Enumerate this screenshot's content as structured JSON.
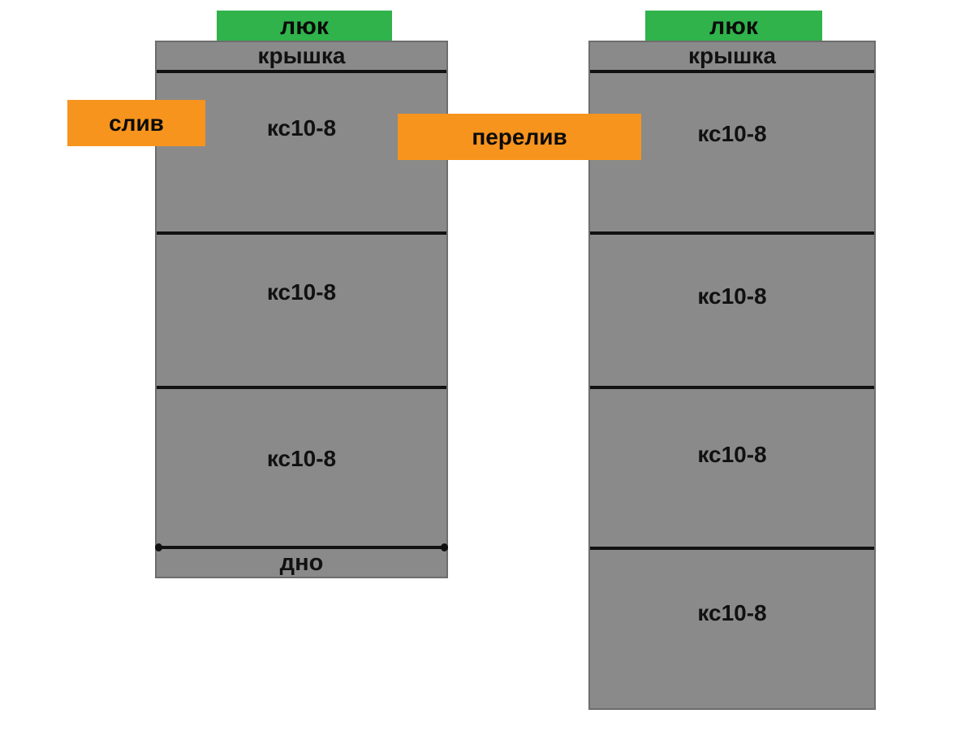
{
  "colors": {
    "hatch_green": "#2fb34a",
    "pipe_orange": "#f7941e",
    "concrete_gray": "#8a8a8a",
    "joint_black": "#111111"
  },
  "diagram": {
    "tanks": [
      {
        "hatch": "люк",
        "cover": "крышка",
        "rings": [
          "кс10-8",
          "кс10-8",
          "кс10-8"
        ],
        "bottom": "дно"
      },
      {
        "hatch": "люк",
        "cover": "крышка",
        "rings": [
          "кс10-8",
          "кс10-8",
          "кс10-8",
          "кс10-8"
        ]
      }
    ],
    "connections": [
      {
        "label": "слив"
      },
      {
        "label": "перелив"
      }
    ]
  }
}
